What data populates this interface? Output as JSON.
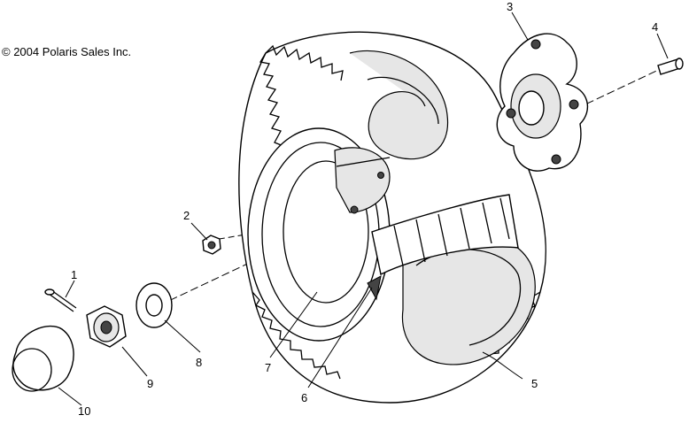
{
  "copyright": "© 2004 Polaris Sales Inc.",
  "callouts": {
    "c1": "1",
    "c2": "2",
    "c3": "3",
    "c4": "4",
    "c5": "5",
    "c6": "6",
    "c7": "7",
    "c8": "8",
    "c9": "9",
    "c10": "10"
  }
}
